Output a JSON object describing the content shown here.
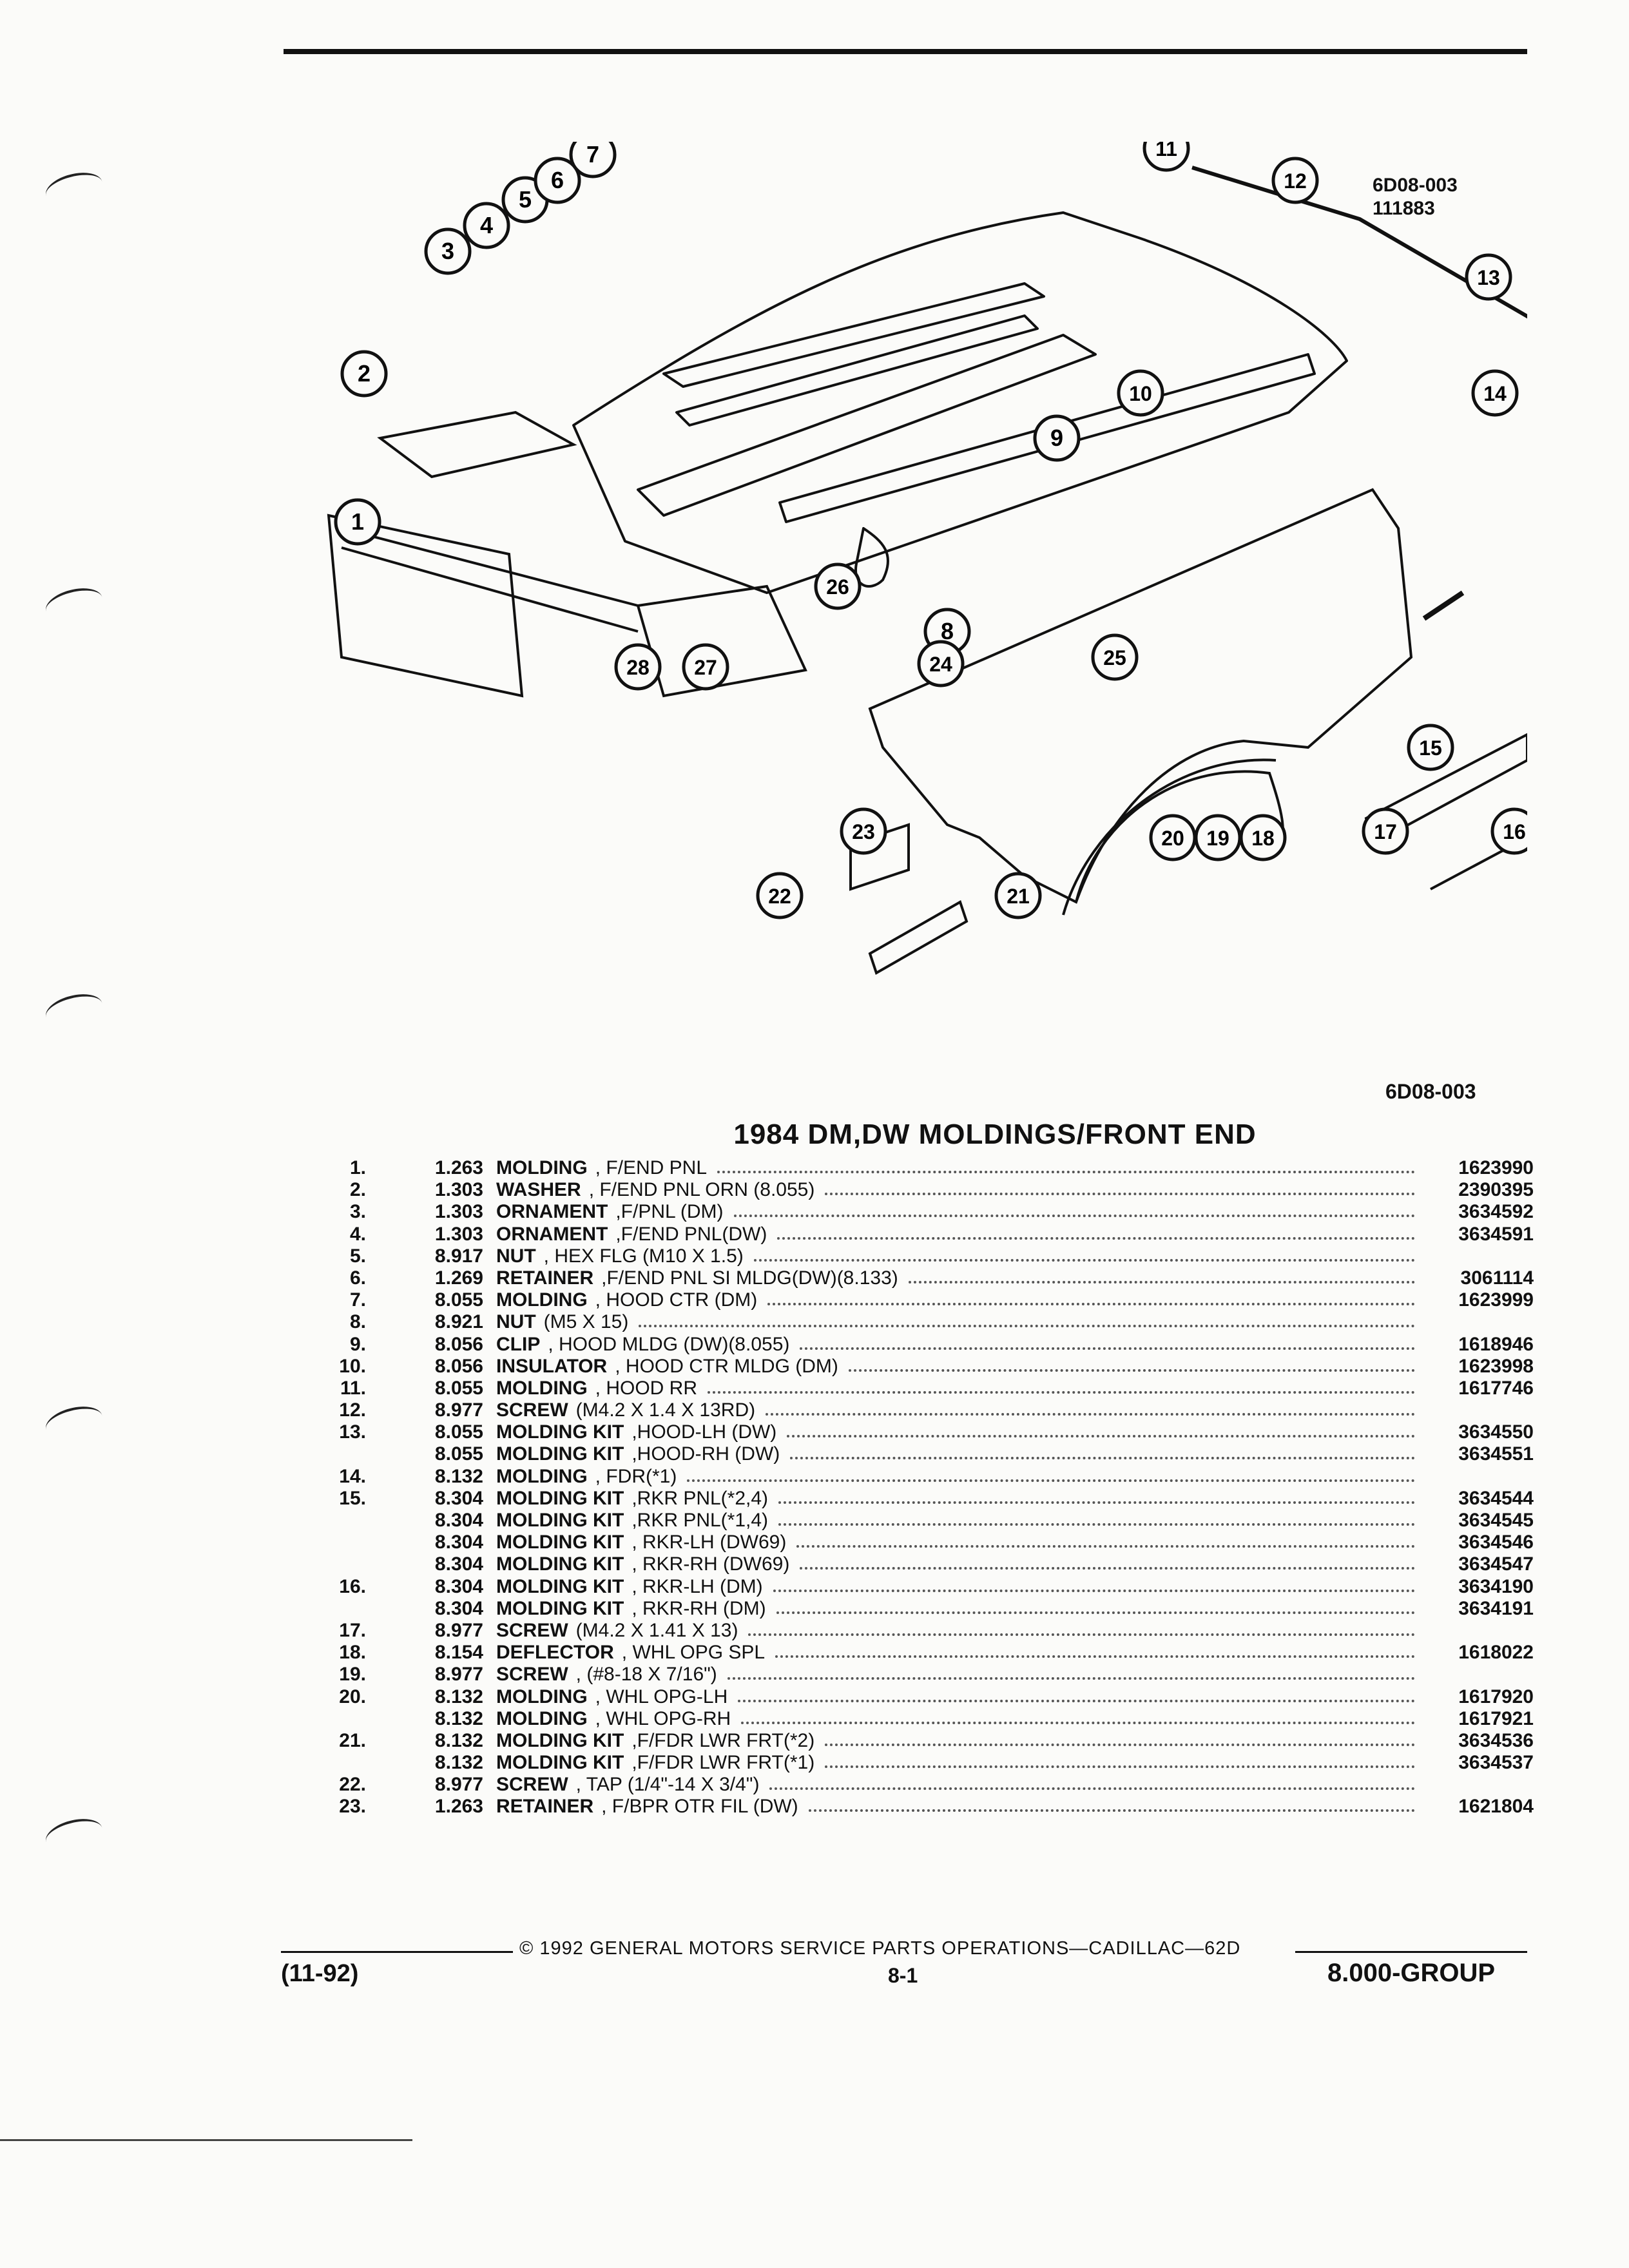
{
  "figure": {
    "code_top": "6D08-003",
    "serial_top": "111883",
    "code_bottom": "6D08-003",
    "callouts": [
      "1",
      "2",
      "3",
      "4",
      "5",
      "6",
      "7",
      "8",
      "9",
      "10",
      "11",
      "12",
      "13",
      "14",
      "15",
      "16",
      "17",
      "18",
      "19",
      "20",
      "21",
      "22",
      "23",
      "24",
      "25",
      "26",
      "27",
      "28"
    ]
  },
  "title": "1984 DM,DW MOLDINGS/FRONT END",
  "parts": [
    {
      "index": "1.",
      "group": "1.263",
      "name": "MOLDING",
      "desc": ", F/END PNL",
      "number": "1623990"
    },
    {
      "index": "2.",
      "group": "1.303",
      "name": "WASHER",
      "desc": ", F/END PNL ORN (8.055)",
      "number": "2390395"
    },
    {
      "index": "3.",
      "group": "1.303",
      "name": "ORNAMENT",
      "desc": ",F/PNL (DM)",
      "number": "3634592"
    },
    {
      "index": "4.",
      "group": "1.303",
      "name": "ORNAMENT",
      "desc": ",F/END PNL(DW)",
      "number": "3634591"
    },
    {
      "index": "5.",
      "group": "8.917",
      "name": "NUT",
      "desc": ", HEX FLG (M10 X 1.5)",
      "number": ""
    },
    {
      "index": "6.",
      "group": "1.269",
      "name": "RETAINER",
      "desc": ",F/END PNL SI MLDG(DW)(8.133)",
      "number": "3061114"
    },
    {
      "index": "7.",
      "group": "8.055",
      "name": "MOLDING",
      "desc": ", HOOD CTR (DM)",
      "number": "1623999"
    },
    {
      "index": "8.",
      "group": "8.921",
      "name": "NUT",
      "desc": "(M5 X 15)",
      "number": ""
    },
    {
      "index": "9.",
      "group": "8.056",
      "name": "CLIP",
      "desc": ", HOOD MLDG (DW)(8.055)",
      "number": "1618946"
    },
    {
      "index": "10.",
      "group": "8.056",
      "name": "INSULATOR",
      "desc": ", HOOD CTR MLDG (DM)",
      "number": "1623998"
    },
    {
      "index": "11.",
      "group": "8.055",
      "name": "MOLDING",
      "desc": ", HOOD RR",
      "number": "1617746"
    },
    {
      "index": "12.",
      "group": "8.977",
      "name": "SCREW",
      "desc": "(M4.2 X 1.4 X 13RD)",
      "number": ""
    },
    {
      "index": "13.",
      "group": "8.055",
      "name": "MOLDING KIT",
      "desc": ",HOOD-LH (DW)",
      "number": "3634550"
    },
    {
      "index": "",
      "group": "8.055",
      "name": "MOLDING KIT",
      "desc": ",HOOD-RH (DW)",
      "number": "3634551"
    },
    {
      "index": "14.",
      "group": "8.132",
      "name": "MOLDING",
      "desc": ", FDR(*1)",
      "number": ""
    },
    {
      "index": "15.",
      "group": "8.304",
      "name": "MOLDING KIT",
      "desc": ",RKR PNL(*2,4)",
      "number": "3634544"
    },
    {
      "index": "",
      "group": "8.304",
      "name": "MOLDING KIT",
      "desc": ",RKR PNL(*1,4)",
      "number": "3634545"
    },
    {
      "index": "",
      "group": "8.304",
      "name": "MOLDING KIT",
      "desc": ", RKR-LH (DW69)",
      "number": "3634546"
    },
    {
      "index": "",
      "group": "8.304",
      "name": "MOLDING KIT",
      "desc": ", RKR-RH (DW69)",
      "number": "3634547"
    },
    {
      "index": "16.",
      "group": "8.304",
      "name": "MOLDING KIT",
      "desc": ", RKR-LH (DM)",
      "number": "3634190"
    },
    {
      "index": "",
      "group": "8.304",
      "name": "MOLDING KIT",
      "desc": ", RKR-RH (DM)",
      "number": "3634191"
    },
    {
      "index": "17.",
      "group": "8.977",
      "name": "SCREW",
      "desc": "(M4.2 X 1.41 X 13)",
      "number": ""
    },
    {
      "index": "18.",
      "group": "8.154",
      "name": "DEFLECTOR",
      "desc": ", WHL OPG SPL",
      "number": "1618022"
    },
    {
      "index": "19.",
      "group": "8.977",
      "name": "SCREW",
      "desc": ", (#8-18 X 7/16\")",
      "number": ""
    },
    {
      "index": "20.",
      "group": "8.132",
      "name": "MOLDING",
      "desc": ", WHL OPG-LH",
      "number": "1617920"
    },
    {
      "index": "",
      "group": "8.132",
      "name": "MOLDING",
      "desc": ", WHL OPG-RH",
      "number": "1617921"
    },
    {
      "index": "21.",
      "group": "8.132",
      "name": "MOLDING KIT",
      "desc": ",F/FDR LWR FRT(*2)",
      "number": "3634536"
    },
    {
      "index": "",
      "group": "8.132",
      "name": "MOLDING KIT",
      "desc": ",F/FDR LWR FRT(*1)",
      "number": "3634537"
    },
    {
      "index": "22.",
      "group": "8.977",
      "name": "SCREW",
      "desc": ", TAP (1/4\"-14 X 3/4\")",
      "number": ""
    },
    {
      "index": "23.",
      "group": "1.263",
      "name": "RETAINER",
      "desc": ", F/BPR OTR FIL (DW)",
      "number": "1621804"
    }
  ],
  "footer": {
    "copyright": "© 1992 GENERAL MOTORS SERVICE PARTS OPERATIONS—CADILLAC—62D",
    "date": "(11-92)",
    "page": "8-1",
    "group": "8.000-GROUP"
  }
}
